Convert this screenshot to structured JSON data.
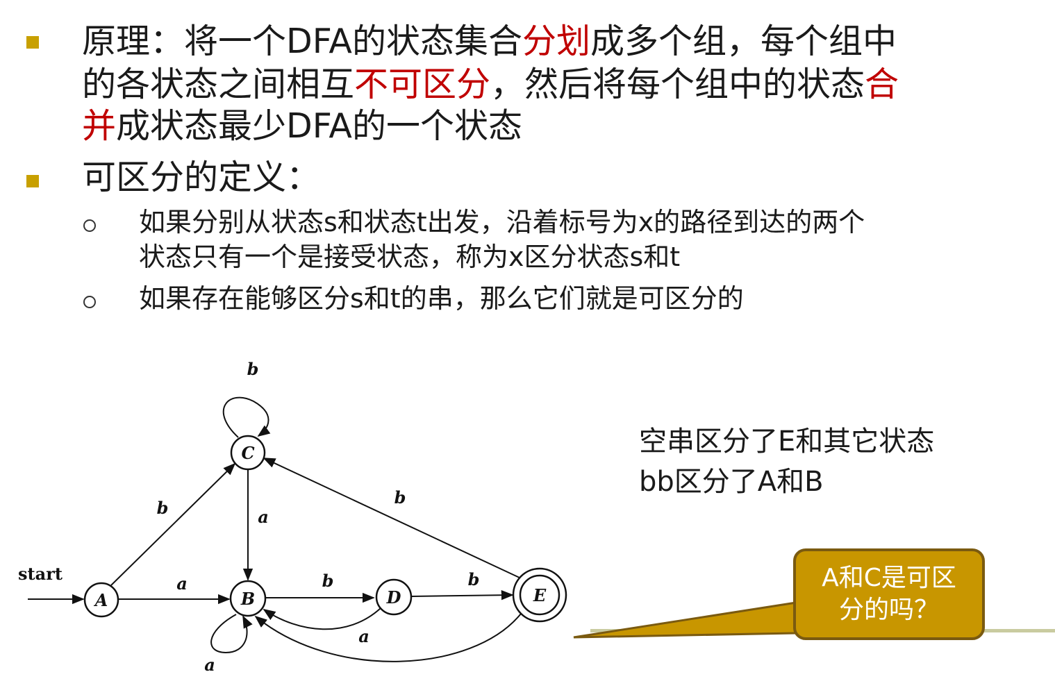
{
  "bullets": {
    "b1": {
      "line1": {
        "p1": "原理：将一个DFA的状态集合",
        "red1": "分划",
        "p2": "成多个组，每个组中"
      },
      "line2": {
        "p1": "的各状态之间相互",
        "red1": "不可区分",
        "p2": "，然后将每个组中的状态",
        "red2": "合"
      },
      "line3": {
        "red1": "并",
        "p1": "成状态最少DFA的一个状态"
      }
    },
    "b2": {
      "text": "可区分的定义："
    },
    "sub1": {
      "line1": "如果分别从状态s和状态t出发，沿着标号为x的路径到达的两个",
      "line2": "状态只有一个是接受状态，称为x区分状态s和t"
    },
    "sub2": {
      "text": "如果存在能够区分s和t的串，那么它们就是可区分的"
    }
  },
  "notes": {
    "line1": "空串区分了E和其它状态",
    "line2": "bb区分了A和B"
  },
  "callout": {
    "line1": "A和C是可区",
    "line2": "分的吗？"
  },
  "diagram": {
    "start_label": "start",
    "states": [
      "A",
      "B",
      "C",
      "D",
      "E"
    ],
    "accepting": [
      "E"
    ],
    "transitions": [
      {
        "from": "A",
        "to": "B",
        "label": "a"
      },
      {
        "from": "A",
        "to": "C",
        "label": "b"
      },
      {
        "from": "B",
        "to": "B",
        "label": "a"
      },
      {
        "from": "B",
        "to": "D",
        "label": "b"
      },
      {
        "from": "C",
        "to": "B",
        "label": "a"
      },
      {
        "from": "C",
        "to": "C",
        "label": "b"
      },
      {
        "from": "D",
        "to": "B",
        "label": "a"
      },
      {
        "from": "D",
        "to": "E",
        "label": "b"
      },
      {
        "from": "E",
        "to": "B",
        "label": "a"
      },
      {
        "from": "E",
        "to": "C",
        "label": "b"
      }
    ]
  },
  "colors": {
    "highlight_red": "#c00000",
    "bullet_gold": "#c8a000",
    "callout_fill": "#c89600"
  }
}
